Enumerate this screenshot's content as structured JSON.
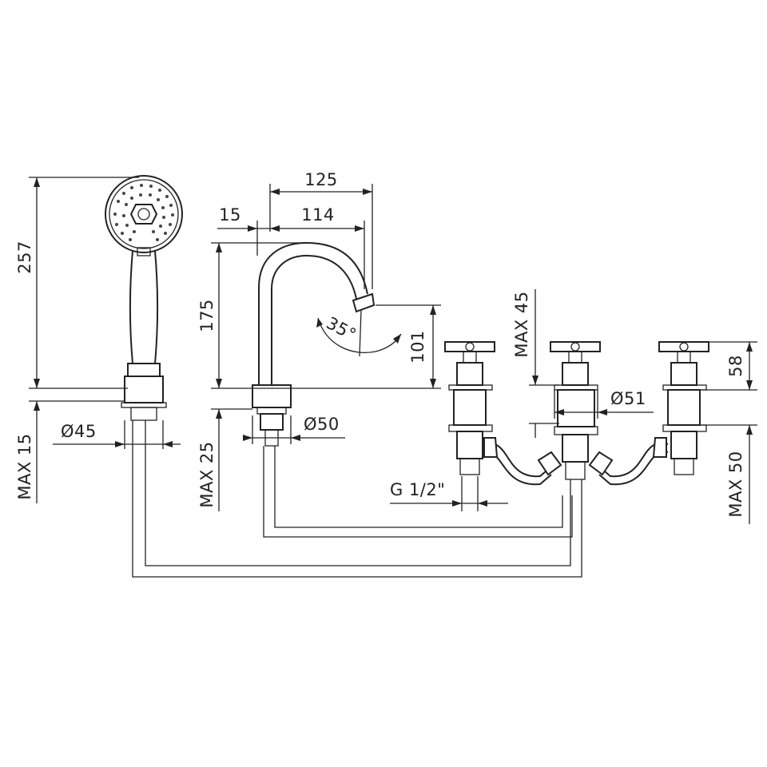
{
  "dimensions": {
    "handshower_height": "257",
    "deck_thickness_handshower": "MAX 15",
    "handshower_base_diameter": "Ø45",
    "spout_reach_total": "125",
    "spout_offset": "15",
    "spout_reach": "114",
    "spout_height": "175",
    "spout_angle": "35°",
    "spout_outlet_height": "101",
    "spout_base_diameter": "Ø50",
    "deck_thickness_spout": "MAX 25",
    "valve_height_above_deck": "MAX 45",
    "handle_height": "58",
    "valve_base_diameter": "Ø51",
    "deck_thickness_valves": "MAX 50",
    "connection_thread": "G 1/2\""
  }
}
